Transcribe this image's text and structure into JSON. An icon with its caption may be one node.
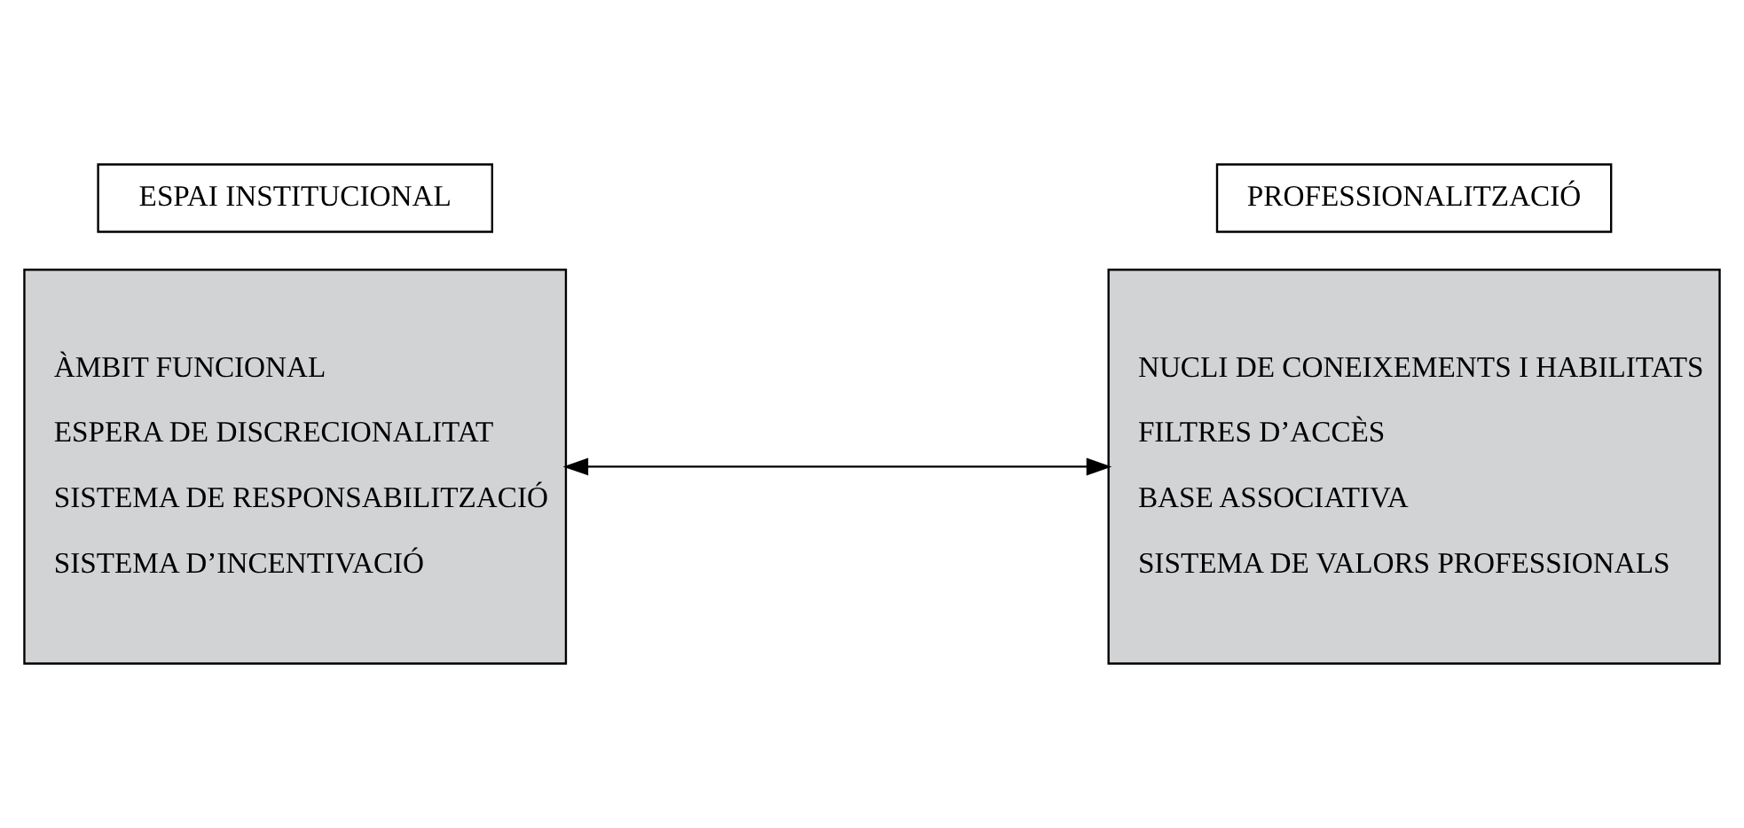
{
  "diagram": {
    "nodes": [
      {
        "text": [
          "ESPAI INSTITUCIONAL"
        ]
      },
      {
        "text": [
          "ÀMBIT FUNCIONAL",
          "ESPERA DE DISCRECIONALITAT",
          "SISTEMA DE RESPONSABILITZACIÓ",
          "SISTEMA D’INCENTIVACIÓ"
        ]
      },
      {
        "text": [
          "PROFESSIONALITZACIÓ"
        ]
      },
      {
        "text": [
          "NUCLI DE CONEIXEMENTS I HABILITATS",
          "FILTRES D’ACCÈS",
          "BASE ASSOCIATIVA",
          "SISTEMA DE VALORS PROFESSIONALS"
        ]
      }
    ],
    "edges": [
      {
        "from": 1,
        "to": 3,
        "arrow": "both"
      }
    ]
  }
}
